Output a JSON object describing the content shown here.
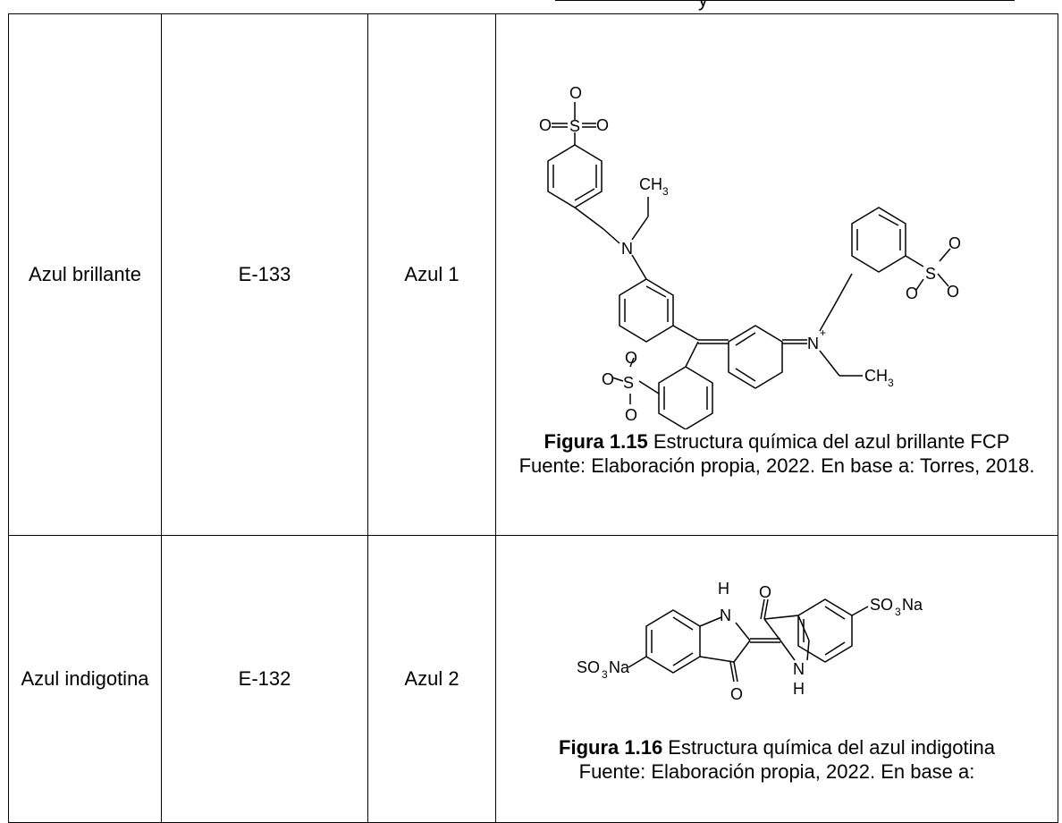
{
  "top_fragment": "y",
  "rows": [
    {
      "name": "Azul brillante",
      "code": "E-133",
      "alt": "Azul 1",
      "figure_label": "Figura 1.15",
      "figure_title": " Estructura química del azul brillante FCP",
      "source": "Fuente: Elaboración propia, 2022. En base a: Torres, 2018."
    },
    {
      "name": "Azul indigotina",
      "code": "E-132",
      "alt": "Azul 2",
      "figure_label": "Figura 1.16",
      "figure_title": " Estructura química del azul indigotina",
      "source": "Fuente: Elaboración propia, 2022. En base a:"
    }
  ],
  "struct1": {
    "o": "O",
    "s": "S",
    "n": "N",
    "n_plus": "N",
    "plus": "+",
    "ch3": "CH",
    "sub3": "3"
  },
  "struct2": {
    "h": "H",
    "n": "N",
    "o": "O",
    "so3na_so": "SO",
    "so3na_3": "3",
    "so3na_na": "Na"
  }
}
